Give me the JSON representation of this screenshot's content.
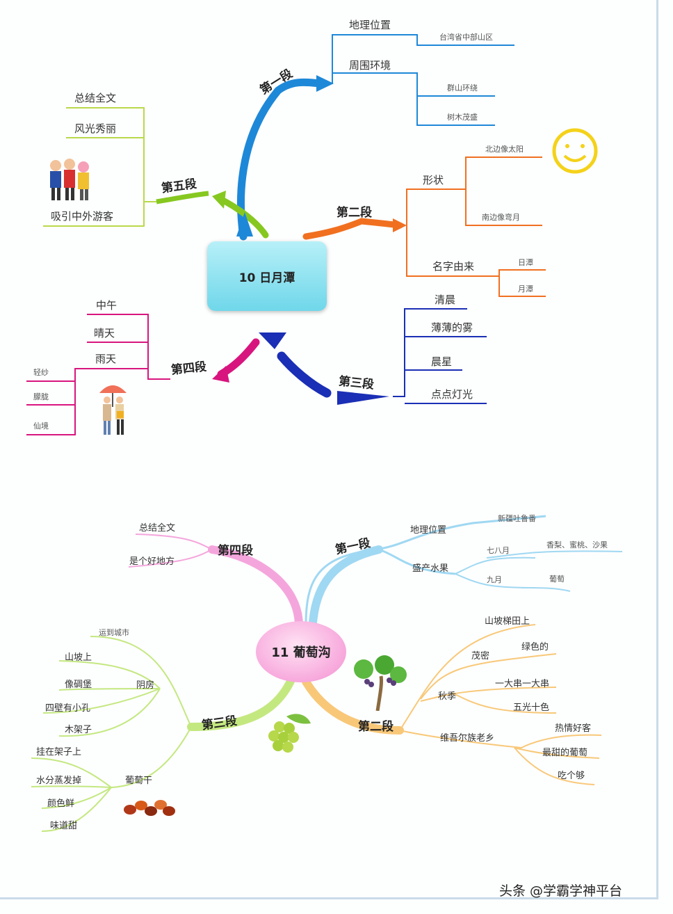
{
  "map1": {
    "center": "10 日月潭",
    "branches": {
      "b1": {
        "label": "第一段",
        "children": [
          "地理位置",
          "周围环境"
        ],
        "leaves": [
          "台湾省中部山区",
          "群山环绕",
          "树木茂盛"
        ]
      },
      "b2": {
        "label": "第二段",
        "children": [
          "形状",
          "名字由来"
        ],
        "leaves": [
          "北边像太阳",
          "南边像弯月",
          "日潭",
          "月潭"
        ]
      },
      "b3": {
        "label": "第三段",
        "children": [
          "清晨",
          "薄薄的雾",
          "晨星",
          "点点灯光"
        ]
      },
      "b4": {
        "label": "第四段",
        "children": [
          "中午",
          "晴天",
          "雨天"
        ],
        "leaves": [
          "轻纱",
          "朦胧",
          "仙境"
        ]
      },
      "b5": {
        "label": "第五段",
        "children": [
          "总结全文",
          "风光秀丽",
          "吸引中外游客"
        ]
      }
    }
  },
  "map2": {
    "center": "11 葡萄沟",
    "branches": {
      "b1": {
        "label": "第一段",
        "children": [
          "地理位置",
          "盛产水果"
        ],
        "leaves": [
          "新疆吐鲁番",
          "七八月",
          "九月",
          "香梨、蜜桃、沙果",
          "葡萄"
        ]
      },
      "b2": {
        "label": "第二段",
        "children": [
          "山坡梯田上",
          "茂密",
          "秋季",
          "维吾尔族老乡"
        ],
        "leaves": [
          "绿色的",
          "一大串一大串",
          "五光十色",
          "热情好客",
          "最甜的葡萄",
          "吃个够"
        ]
      },
      "b3": {
        "label": "第三段",
        "children": [
          "葡萄干",
          "阴房"
        ],
        "leaves": [
          "运到城市",
          "山坡上",
          "像碉堡",
          "四壁有小孔",
          "木架子",
          "挂在架子上",
          "水分蒸发掉",
          "颜色鲜",
          "味道甜"
        ]
      },
      "b4": {
        "label": "第四段",
        "children": [
          "总结全文",
          "是个好地方"
        ]
      }
    }
  },
  "footer": "头条 @学霸学神平台",
  "colors": {
    "b1": "#1e88d8",
    "b2": "#f07020",
    "b3": "#1a2fb5",
    "b4": "#d8157e",
    "b5": "#86c820",
    "m2b1": "#9fd8f2",
    "m2b2": "#f8c878",
    "m2b3": "#c4e880",
    "m2b4": "#f4a6dc"
  }
}
